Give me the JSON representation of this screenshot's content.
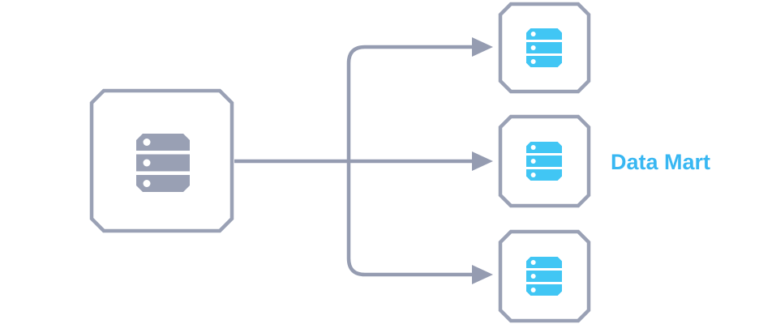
{
  "label": {
    "text": "Data Mart"
  },
  "colors": {
    "background": "#ffffff",
    "line": "#959CB1",
    "box-border": "#9AA1B5",
    "icon-gray": "#99A0B4",
    "icon-blue": "#41C6F4",
    "label-blue": "#38B7F2",
    "dot": "#ffffff"
  },
  "nodes": [
    {
      "id": "source",
      "icon": "database-icon",
      "icon_color": "#99A0B4"
    },
    {
      "id": "target-top",
      "icon": "database-icon",
      "icon_color": "#41C6F4"
    },
    {
      "id": "target-middle",
      "icon": "database-icon",
      "icon_color": "#41C6F4",
      "label": "Data Mart"
    },
    {
      "id": "target-bottom",
      "icon": "database-icon",
      "icon_color": "#41C6F4"
    }
  ],
  "edges": [
    {
      "from": "source",
      "to": "target-top"
    },
    {
      "from": "source",
      "to": "target-middle"
    },
    {
      "from": "source",
      "to": "target-bottom"
    }
  ]
}
